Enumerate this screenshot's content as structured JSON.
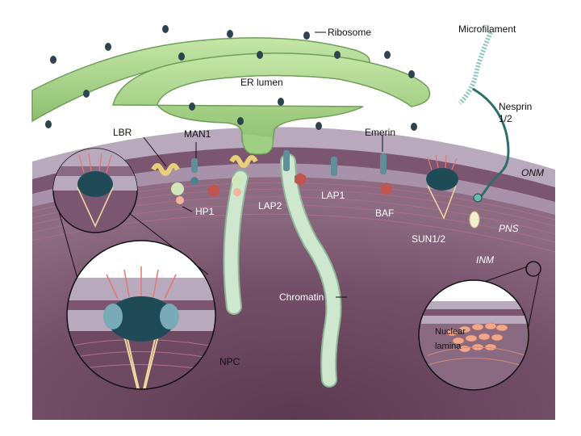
{
  "labels": {
    "ribosome": "Ribosome",
    "microfilament": "Microfilament",
    "er_lumen": "ER lumen",
    "nesprin": "Nesprin",
    "nesprin_num": "1/2",
    "lbr": "LBR",
    "man1": "MAN1",
    "emerin": "Emerin",
    "onm": "ONM",
    "hp1": "HP1",
    "lap2": "LAP2",
    "lap1": "LAP1",
    "baf": "BAF",
    "pns": "PNS",
    "sun": "SUN1/2",
    "inm": "INM",
    "chromatin": "Chromatin",
    "npc": "NPC",
    "lamina_line1": "Nuclear",
    "lamina_line2": "lamina"
  },
  "colors": {
    "er": "#a9d48e",
    "er_dark": "#6f9e58",
    "nucleus_outer": "#6e4a62",
    "nucleus_inner": "#8a6a80",
    "envelope": "#b9a7bd",
    "chromatin": "#cfe7cf",
    "lamina": "#f0a88c",
    "ribosome": "#2e4350",
    "npc": "#1f4b57"
  }
}
